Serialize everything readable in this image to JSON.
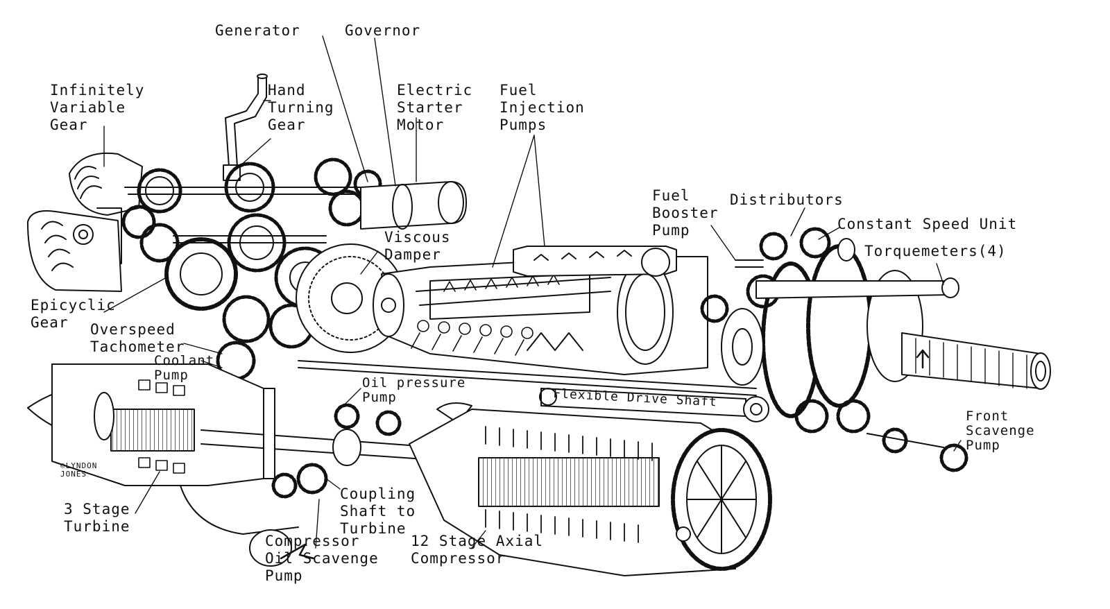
{
  "labels": {
    "generator": "Generator",
    "governor": "Governor",
    "infinitely_variable_gear": "Infinitely\nVariable\nGear",
    "hand_turning_gear": "Hand\nTurning\nGear",
    "electric_starter_motor": "Electric\nStarter\nMotor",
    "fuel_injection_pumps": "Fuel\nInjection\nPumps",
    "fuel_booster_pump": "Fuel\nBooster\nPump",
    "distributors": "Distributors",
    "constant_speed_unit": "Constant Speed Unit",
    "torquemeters": "Torquemeters(4)",
    "viscous_damper": "Viscous\nDamper",
    "epicyclic_gear": "Epicyclic\nGear",
    "overspeed_tachometer": "Overspeed\nTachometer",
    "coolant_pump": "Coolant\nPump",
    "oil_pressure_pump": "Oil pressure\nPump",
    "flexible_drive_shaft": "Flexible Drive Shaft",
    "front_scavenge_pump": "Front\nScavenge\nPump",
    "coupling_shaft": "Coupling\nShaft to\nTurbine",
    "three_stage_turbine": "3 Stage\nTurbine",
    "compressor_oil_scavenge_pump": "Compressor\nOil Scavenge\nPump",
    "axial_compressor": "12 Stage Axial\nCompressor",
    "copyright": "©LYNDON\nJONES"
  }
}
